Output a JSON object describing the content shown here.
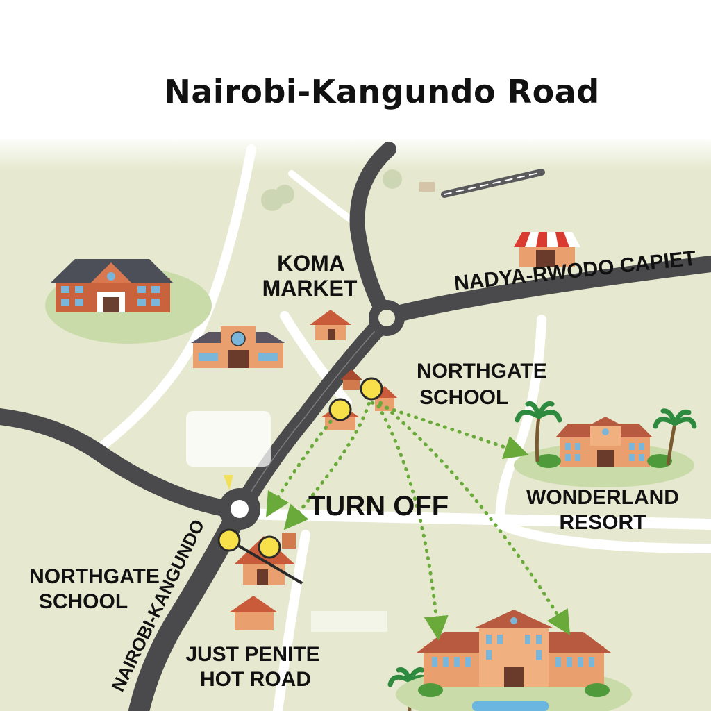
{
  "title": "Nairobi-Kangundo Road",
  "labels": {
    "koma_market_1": "KOMA",
    "koma_market_2": "MARKET",
    "nadya": "NADYA-RWODO CAPIET",
    "northgate_school_right_1": "NORTHGATE",
    "northgate_school_right_2": "SCHOOL",
    "turn_off": "TURN OFF",
    "wonderland_1": "WONDERLAND",
    "wonderland_2": "RESORT",
    "northgate_school_left_1": "NORTHGATE",
    "northgate_school_left_2": "SCHOOL",
    "nairobi_kangundo": "NAIROBI-KANGUNDO",
    "just_penite_1": "JUST PENITE",
    "just_penite_2": "HOT ROAD"
  },
  "colors": {
    "land": "#e6e9cf",
    "main_road": "#4a4a4c",
    "minor_road": "#ffffff",
    "route_dots": "#6aaa3a",
    "marker": "#f7e04a"
  }
}
